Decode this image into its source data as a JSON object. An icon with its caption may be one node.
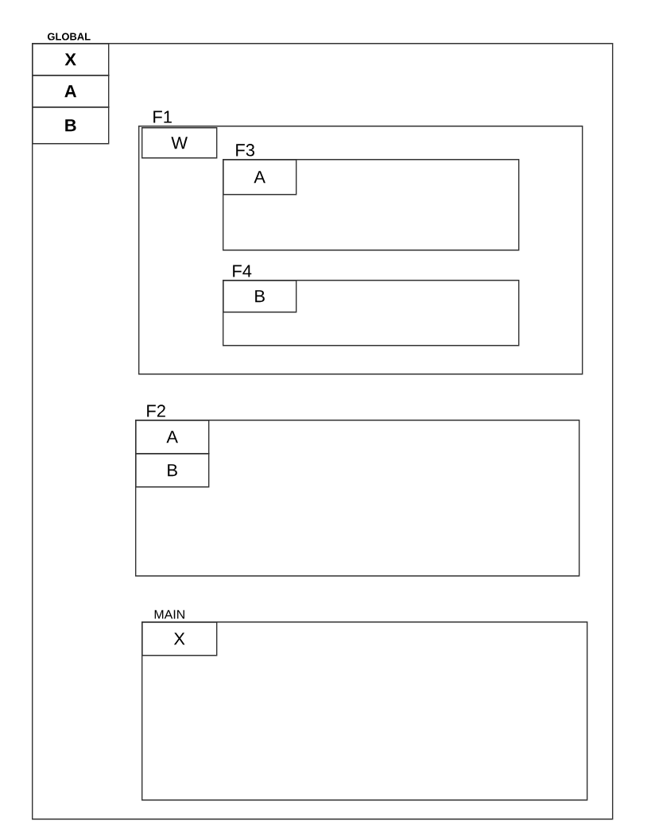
{
  "diagram": {
    "nodes": [
      {
        "text": [
          "GLOBAL"
        ]
      },
      {
        "text": [
          "X"
        ],
        "in": 0
      },
      {
        "text": [
          "A"
        ],
        "in": 0
      },
      {
        "text": [
          "B"
        ],
        "in": 0
      },
      {
        "text": [
          "F1"
        ],
        "in": 0
      },
      {
        "text": [
          "W"
        ],
        "in": 4
      },
      {
        "text": [
          "F3"
        ],
        "in": 4
      },
      {
        "text": [
          "A"
        ],
        "in": 6
      },
      {
        "text": [
          "F4"
        ],
        "in": 4
      },
      {
        "text": [
          "B"
        ],
        "in": 8
      },
      {
        "text": [
          "F2"
        ],
        "in": 0
      },
      {
        "text": [
          "A"
        ],
        "in": 10
      },
      {
        "text": [
          "B"
        ],
        "in": 10
      },
      {
        "text": [
          "MAIN"
        ],
        "in": 0
      },
      {
        "text": [
          "X"
        ],
        "in": 13
      }
    ]
  }
}
